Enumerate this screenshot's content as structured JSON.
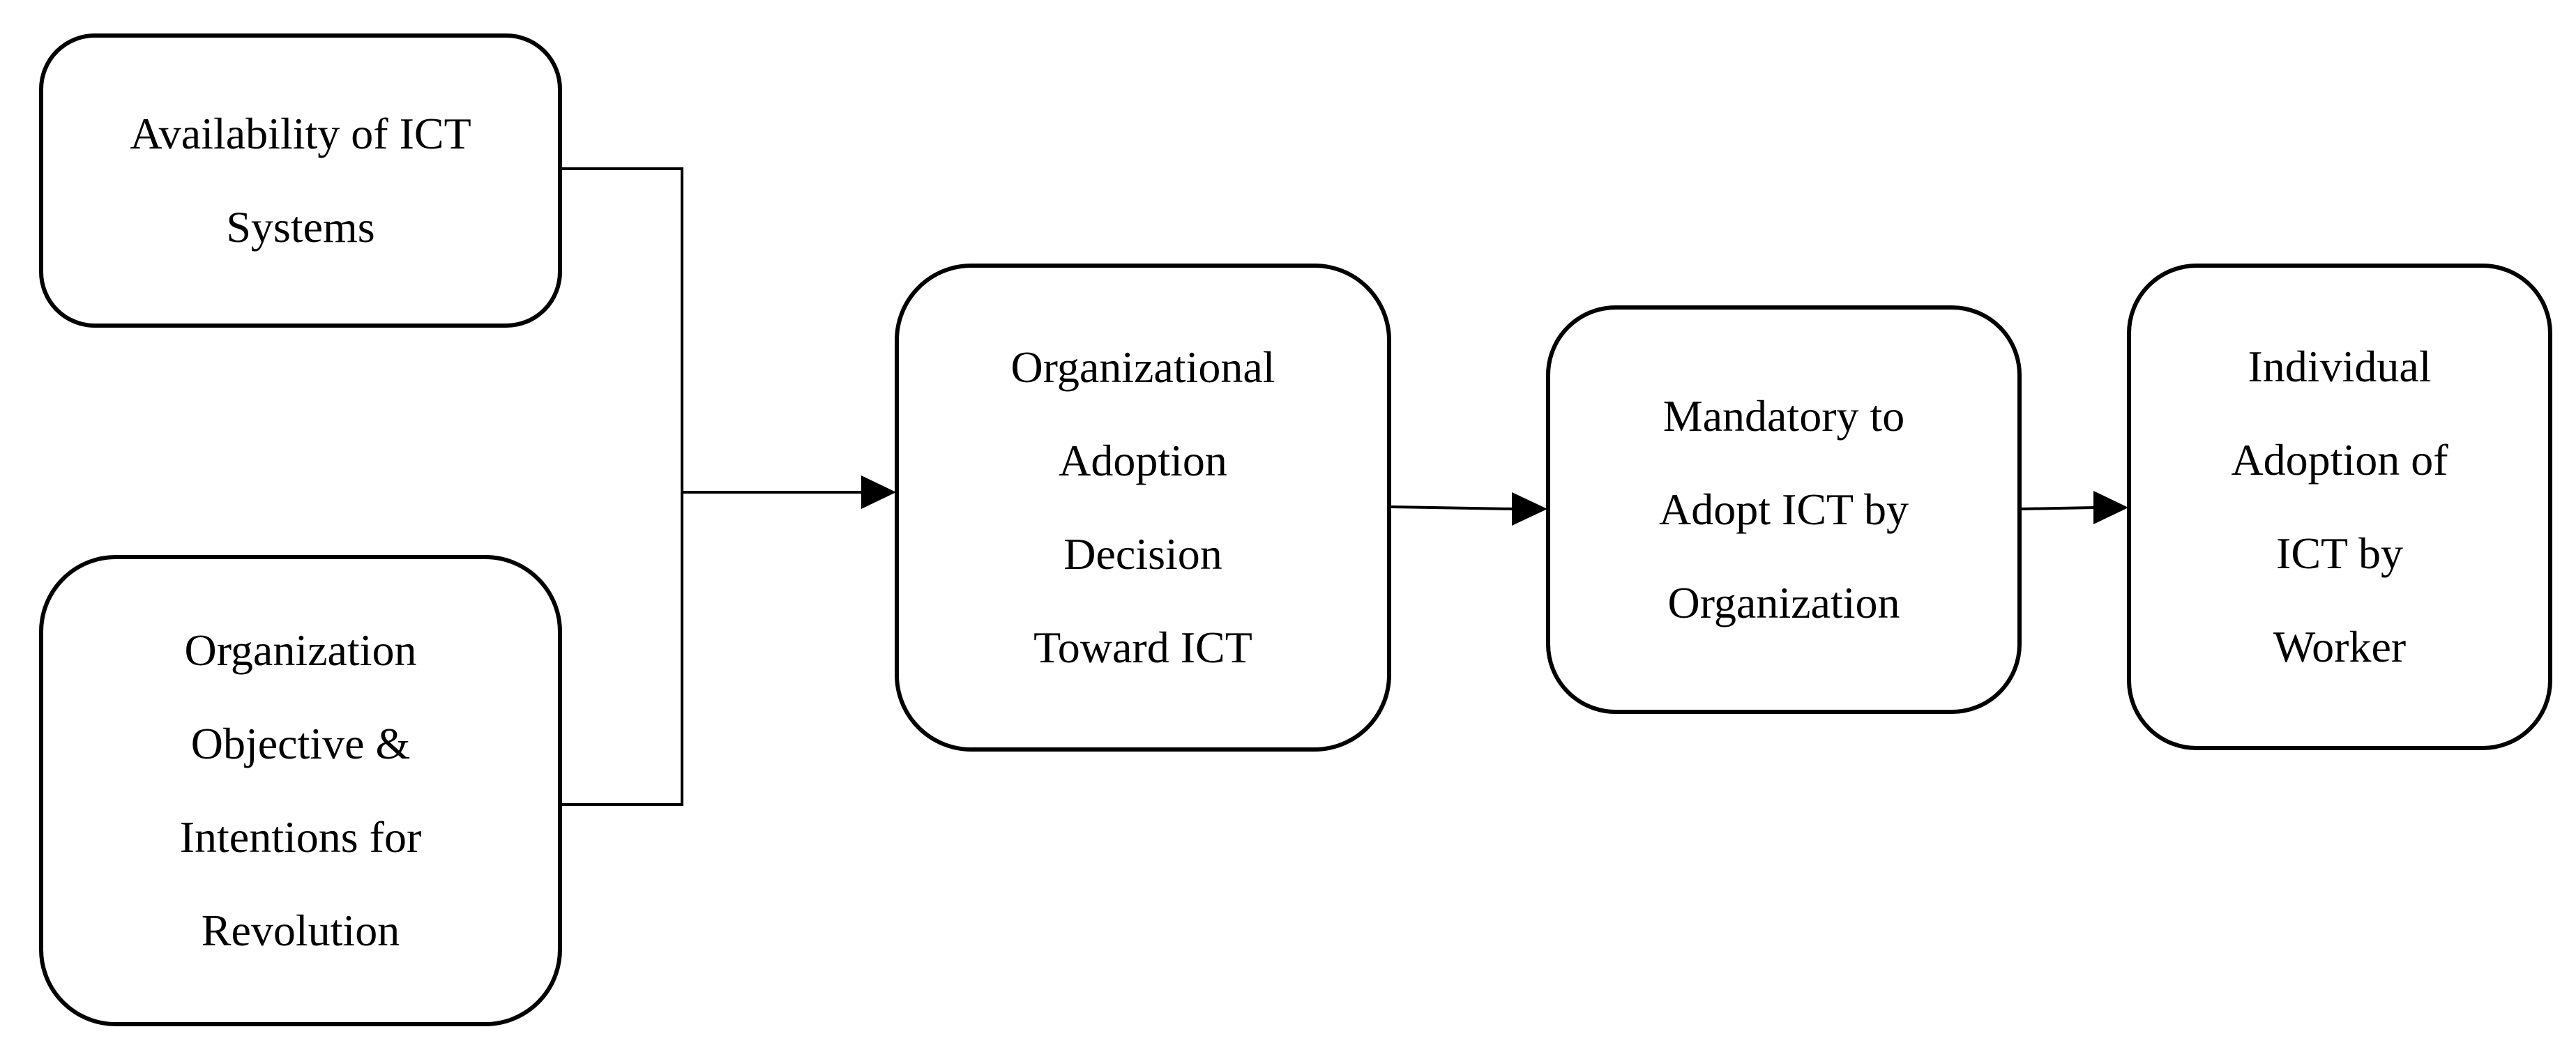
{
  "diagram": {
    "nodes": [
      {
        "id": "availability",
        "lines": [
          "Availability of ICT",
          "Systems"
        ]
      },
      {
        "id": "objective",
        "lines": [
          "Organization",
          "Objective &",
          "Intentions for",
          "Revolution"
        ]
      },
      {
        "id": "org_adoption",
        "lines": [
          "Organizational",
          "Adoption",
          "Decision",
          "Toward ICT"
        ]
      },
      {
        "id": "mandatory",
        "lines": [
          "Mandatory to",
          "Adopt ICT by",
          "Organization"
        ]
      },
      {
        "id": "individual",
        "lines": [
          "Individual",
          "Adoption of",
          "ICT by",
          "Worker"
        ]
      }
    ],
    "edges": [
      {
        "from": "availability",
        "to": "org_adoption"
      },
      {
        "from": "objective",
        "to": "org_adoption"
      },
      {
        "from": "org_adoption",
        "to": "mandatory"
      },
      {
        "from": "mandatory",
        "to": "individual"
      }
    ]
  }
}
